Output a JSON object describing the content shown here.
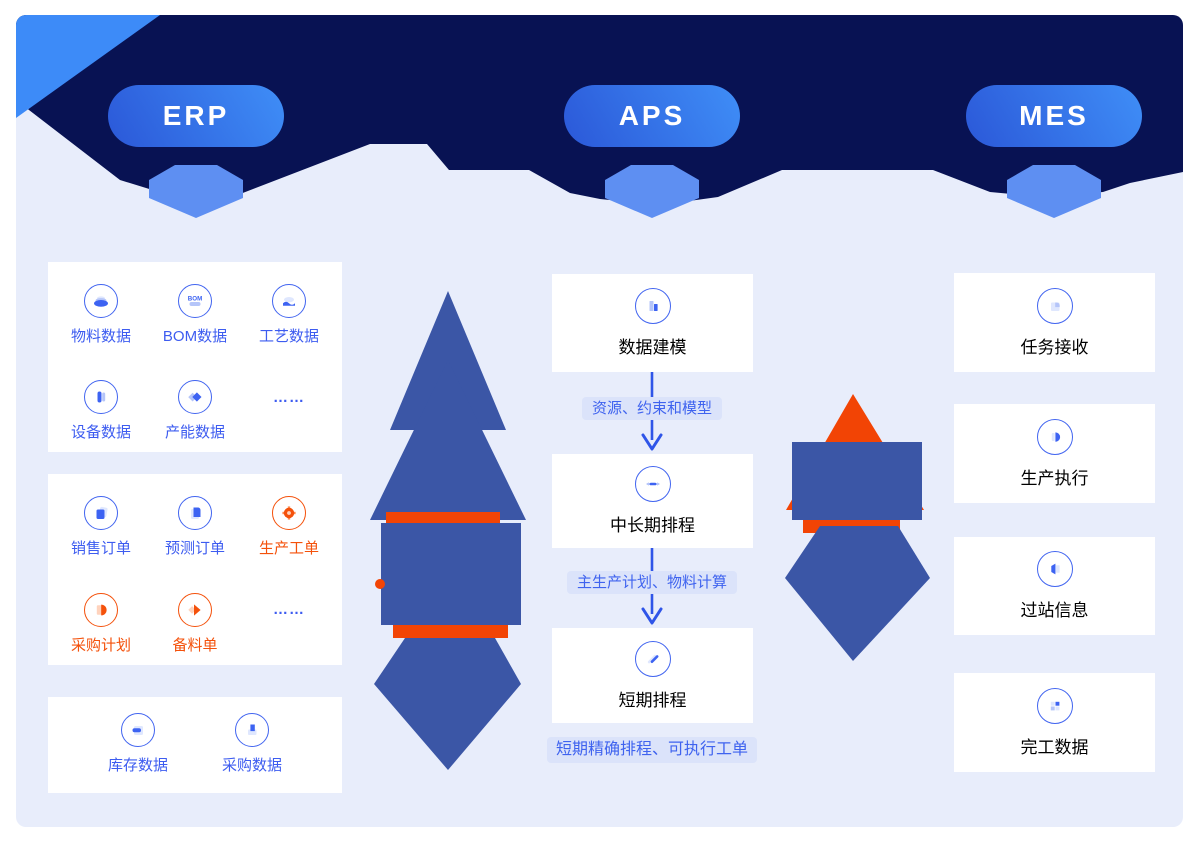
{
  "colors": {
    "canvas_bg": "#e8edfb",
    "header_navy": "#081253",
    "accent_bright_blue": "#3d8bf8",
    "pill_gradient_start": "#2b58d8",
    "pill_gradient_end": "#3f8ef7",
    "primary_blue": "#3d5cf0",
    "orange": "#f4510b",
    "tag_bg": "#dbe3fa",
    "link_indigo": "#3b56a6",
    "link_orange": "#f24405"
  },
  "pills": [
    {
      "label": "ERP"
    },
    {
      "label": "APS"
    },
    {
      "label": "MES"
    }
  ],
  "erp": {
    "master_data": {
      "items": [
        {
          "label": "物料数据"
        },
        {
          "label": "BOM数据",
          "icon_text": "BOM"
        },
        {
          "label": "工艺数据"
        },
        {
          "label": "设备数据"
        },
        {
          "label": "产能数据"
        },
        {
          "label": "……"
        }
      ]
    },
    "order_data": {
      "items": [
        {
          "label": "销售订单"
        },
        {
          "label": "预测订单"
        },
        {
          "label": "生产工单"
        },
        {
          "label": "采购计划"
        },
        {
          "label": "备料单"
        },
        {
          "label": "……"
        }
      ]
    },
    "inventory_data": {
      "items": [
        {
          "label": "库存数据"
        },
        {
          "label": "采购数据"
        }
      ]
    }
  },
  "aps": {
    "steps": [
      {
        "label": "数据建模"
      },
      {
        "label": "中长期排程"
      },
      {
        "label": "短期排程"
      }
    ],
    "flow_tags": [
      {
        "label": "资源、约束和模型"
      },
      {
        "label": "主生产计划、物料计算"
      },
      {
        "label": "短期精确排程、可执行工单"
      }
    ]
  },
  "mes": {
    "steps": [
      {
        "label": "任务接收"
      },
      {
        "label": "生产执行"
      },
      {
        "label": "过站信息"
      },
      {
        "label": "完工数据"
      }
    ]
  }
}
